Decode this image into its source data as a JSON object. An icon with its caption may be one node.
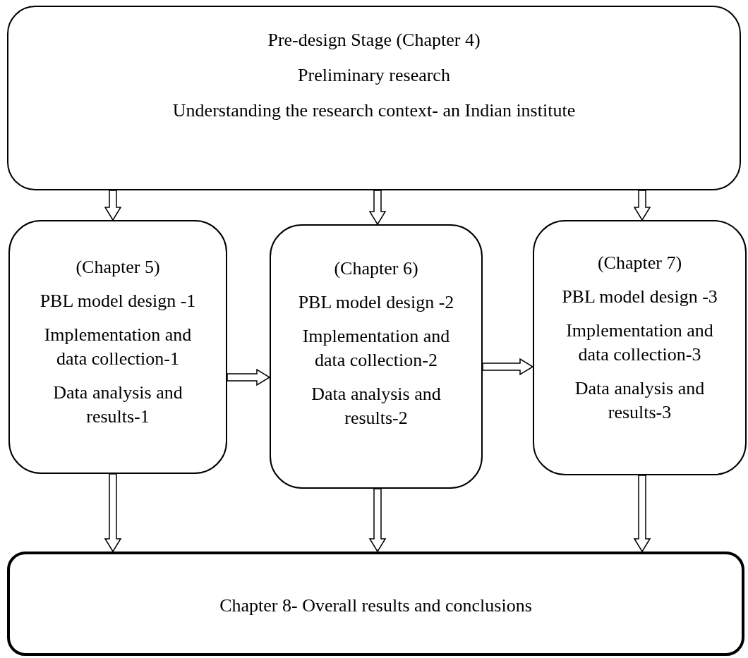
{
  "diagram": {
    "nodes": [
      {
        "text": [
          "Pre-design Stage (Chapter 4)",
          "Preliminary research",
          "Understanding the research context- an Indian institute"
        ]
      },
      {
        "text": [
          "(Chapter 5)",
          "PBL model design -1",
          "Implementation and data collection-1",
          "Data analysis and results-1"
        ]
      },
      {
        "text": [
          "(Chapter 6)",
          "PBL model design -2",
          "Implementation and data collection-2",
          "Data analysis and results-2"
        ]
      },
      {
        "text": [
          "(Chapter 7)",
          "PBL model design -3",
          "Implementation and data collection-3",
          "Data analysis and results-3"
        ]
      },
      {
        "text": [
          "Chapter 8- Overall results and conclusions"
        ]
      }
    ],
    "edges": [
      {
        "from": 0,
        "to": 1,
        "arrow": "to"
      },
      {
        "from": 0,
        "to": 2,
        "arrow": "to"
      },
      {
        "from": 0,
        "to": 3,
        "arrow": "to"
      },
      {
        "from": 1,
        "to": 2,
        "arrow": "to"
      },
      {
        "from": 2,
        "to": 3,
        "arrow": "to"
      },
      {
        "from": 1,
        "to": 4,
        "arrow": "to"
      },
      {
        "from": 2,
        "to": 4,
        "arrow": "to"
      },
      {
        "from": 3,
        "to": 4,
        "arrow": "to"
      }
    ]
  }
}
